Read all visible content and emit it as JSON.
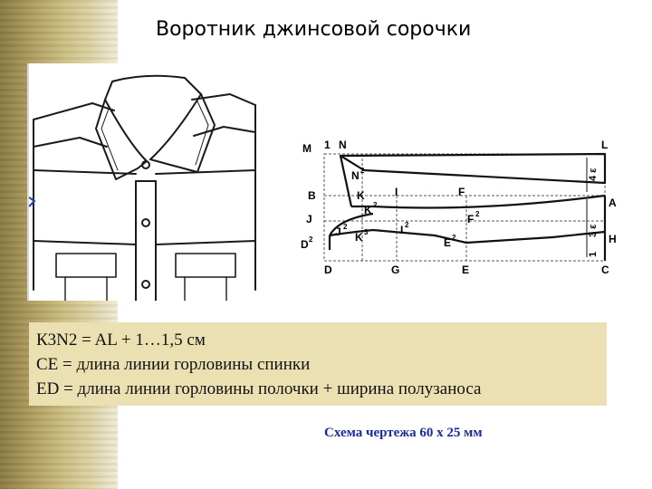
{
  "title": "Воротник джинсовой сорочки",
  "formulas": [
    "К3N2 = AL + 1…1,5 см",
    "СЕ = длина линии горловины спинки",
    "ЕD = длина линии горловины полочки + ширина полузаноса"
  ],
  "caption": "Схема чертежа 60 х 25 мм",
  "drawing": {
    "points": {
      "M": "M",
      "one": "1",
      "N": "N",
      "L": "L",
      "N2": "N",
      "N2_sup": "2",
      "B": "B",
      "K": "K",
      "I": "I",
      "F": "F",
      "A": "A",
      "K2": "K",
      "K2_sup": "2",
      "J": "J",
      "J2": "J",
      "J2_sup": "2",
      "K3": "K",
      "K3_sup": "3",
      "I2": "I",
      "I2_sup": "2",
      "F2": "F",
      "F2_sup": "2",
      "E2": "E",
      "E2_sup": "2",
      "H": "H",
      "D2": "D",
      "D2_sup": "2",
      "D": "D",
      "G": "G",
      "E": "E",
      "C": "C"
    },
    "dimensions": {
      "top": "4 ε",
      "bottom": "3 ε",
      "corner": "1"
    }
  },
  "colors": {
    "left_bar": "#b3a264",
    "formula_bg": "#ebe0b2",
    "caption": "#1a2a9a"
  }
}
